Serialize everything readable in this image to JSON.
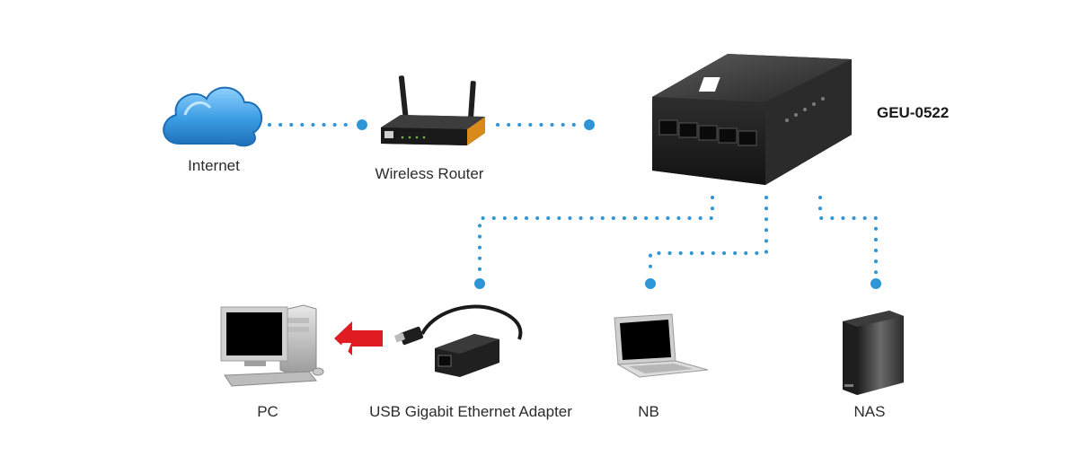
{
  "diagram": {
    "colors": {
      "connector": "#2f95d6",
      "arrow": "#e11b22",
      "device_dark": "#2a2a2a",
      "cloud": "#3b9be0"
    },
    "nodes": {
      "internet": {
        "label": "Internet",
        "icon": "cloud-icon"
      },
      "router": {
        "label": "Wireless Router",
        "icon": "router-icon"
      },
      "switch": {
        "label": "GEU-0522",
        "icon": "switch-icon"
      },
      "pc": {
        "label": "PC",
        "icon": "desktop-pc-icon"
      },
      "adapter": {
        "label": "USB Gigabit Ethernet Adapter",
        "icon": "usb-ethernet-adapter-icon"
      },
      "nb": {
        "label": "NB",
        "icon": "laptop-icon"
      },
      "nas": {
        "label": "NAS",
        "icon": "nas-icon"
      }
    }
  }
}
